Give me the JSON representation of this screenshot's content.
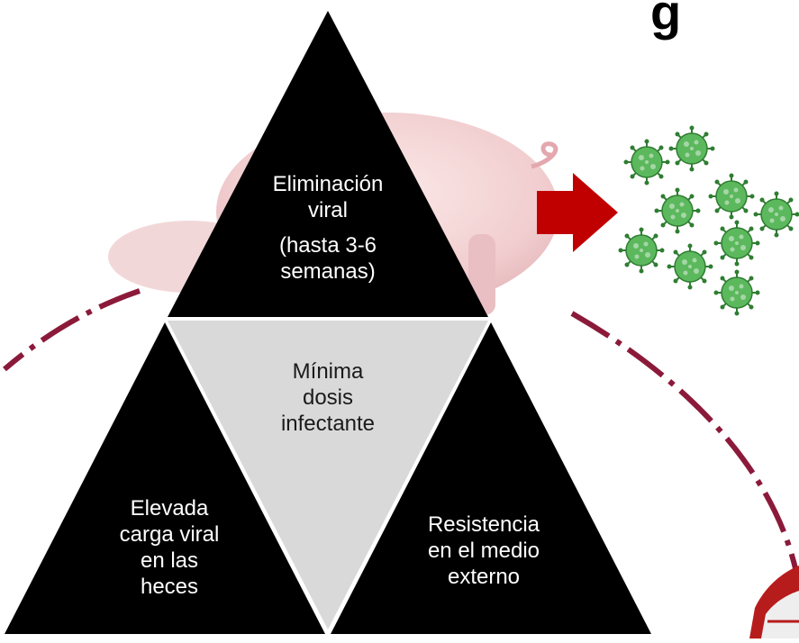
{
  "heading_fragment": "g",
  "triangles": {
    "top": {
      "line1": "Eliminación",
      "line2": "viral",
      "line3": "(hasta 3-6",
      "line4": "semanas)"
    },
    "center": {
      "line1": "Mínima",
      "line2": "dosis",
      "line3": "infectante"
    },
    "left": {
      "line1": "Elevada",
      "line2": "carga viral",
      "line3": "en las",
      "line4": "heces"
    },
    "right": {
      "line1": "Resistencia",
      "line2": "en el medio",
      "line3": "externo"
    }
  },
  "colors": {
    "triangle_dark": "#000000",
    "triangle_center": "#d9d9d9",
    "arrow": "#c00000",
    "cycle_dashes": "#8b1a3a",
    "virus": "#4caf50"
  },
  "icons": [
    "pig-image",
    "virus-icon",
    "arrow-right-icon",
    "farm-building-icon"
  ]
}
